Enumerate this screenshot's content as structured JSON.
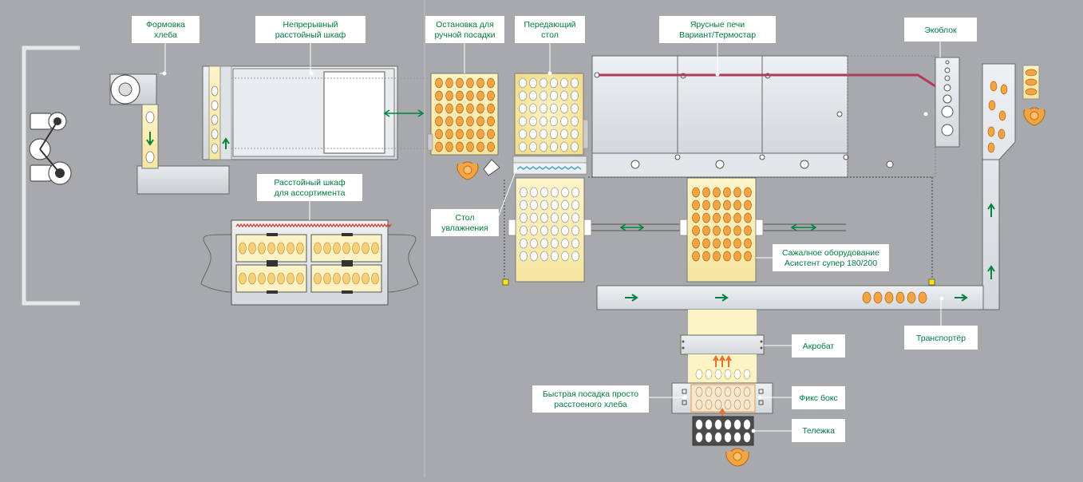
{
  "labels": {
    "bread_forming": [
      "Формовка",
      "хлеба"
    ],
    "continuous_proofer": [
      "Непрерывный",
      "расстойный шкаф"
    ],
    "manual_stop": [
      "Остановка для",
      "ручной посадки"
    ],
    "transfer_table": [
      "Передающий",
      "стол"
    ],
    "deck_ovens": [
      "Ярусные печи",
      "Вариант/Термостар"
    ],
    "ecoblock": [
      "Экоблок"
    ],
    "assortment_proofer": [
      "Расстойный шкаф",
      "для ассортимента"
    ],
    "humidify_table": [
      "Стол",
      "увлажнения"
    ],
    "loading_equipment": [
      "Сажалное оборудование",
      "Асистент супер 180/200"
    ],
    "conveyor": [
      "Транспортёр"
    ],
    "acrobat": [
      "Акробат"
    ],
    "quick_loading": [
      "Быстрая посадка просто",
      "расстоеного хлеба"
    ],
    "fix_box": [
      "Фикс бокс"
    ],
    "cart": [
      "Тележка"
    ]
  },
  "colors": {
    "background": "#a7a9ac",
    "label_text": "#007a3d",
    "arrow": "#00843d",
    "dough": "#f2a541",
    "dough_outline": "#b5651d",
    "heat_line": "#b03a5b",
    "sensor": "#ffe600"
  },
  "icons": [
    "operator-icon",
    "scraper-icon",
    "reel-icon",
    "double-arrow-icon",
    "flow-arrow-icon",
    "heat-arrow-icon"
  ]
}
